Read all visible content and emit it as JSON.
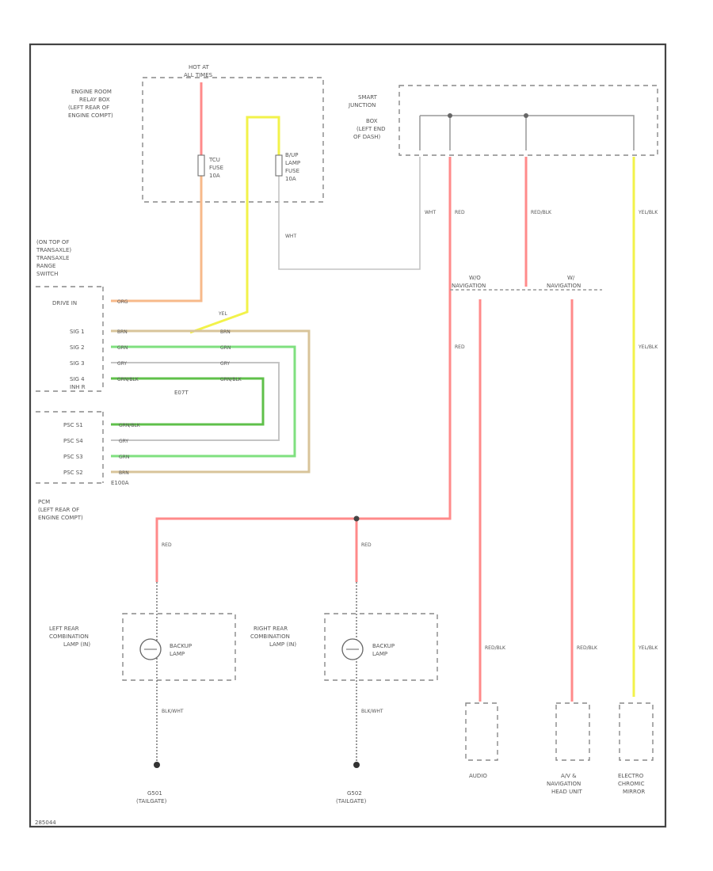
{
  "colors": {
    "red": "#ff8a8a",
    "yellow": "#f2f24a",
    "orange": "#f7b98a",
    "tan": "#d8c49a",
    "green": "#7fe07f",
    "dkgreen": "#5fc04a",
    "gray": "#c4c4c4"
  },
  "components": {
    "engine_room_box": {
      "label": [
        "ENGINE ROOM",
        "RELAY BOX",
        "(LEFT REAR OF",
        "ENGINE COMPT)"
      ],
      "hot_at": [
        "HOT AT",
        "ALL TIMES"
      ]
    },
    "tcu_fuse": [
      "TCU",
      "FUSE",
      "10A"
    ],
    "bkup_fuse": [
      "B/UP",
      "LAMP",
      "FUSE",
      "10A"
    ],
    "smart_junction_box": [
      "SMART",
      "JUNCTION",
      "BOX",
      "(LEFT END",
      "OF DASH)"
    ],
    "transaxle_range": [
      "(ON TOP OF",
      "TRANSAXLE)",
      "TRANSAXLE",
      "RANGE",
      "SWITCH"
    ],
    "switch_pins": [
      "DRIVE IN",
      "SIG 1",
      "SIG 2",
      "SIG 3",
      "SIG 4",
      "INH R"
    ],
    "pcm_pins": [
      "PSC S1",
      "PSC S4",
      "PSC S3",
      "PSC S2"
    ],
    "e07_label": "E07T",
    "e100_label": "E100A",
    "pcm_label": [
      "PCM",
      "(LEFT REAR OF",
      "ENGINE COMPT)"
    ],
    "left_lamp": {
      "label": [
        "LEFT REAR",
        "COMBINATION",
        "LAMP (IN)"
      ],
      "name": [
        "BACKUP",
        "LAMP"
      ],
      "ground": [
        "G501",
        "(TAILGATE)"
      ]
    },
    "right_lamp": {
      "label": [
        "RIGHT REAR",
        "COMBINATION",
        "LAMP (IN)"
      ],
      "name": [
        "BACKUP",
        "LAMP"
      ],
      "ground": [
        "G502",
        "(TAILGATE)"
      ]
    },
    "navigation": {
      "wo": [
        "W/O",
        "NAVIGATION"
      ],
      "w": [
        "W/",
        "NAVIGATION"
      ]
    },
    "audio": "AUDIO",
    "head_unit": [
      "A/V &",
      "NAVIGATION",
      "HEAD UNIT"
    ],
    "mirror": [
      "ELECTRO",
      "CHROMIC",
      "MIRROR"
    ],
    "footer_id": "285044"
  },
  "wire_labels": {
    "red": "RED",
    "yel": "YEL",
    "wht": "WHT",
    "org": "ORG",
    "brn": "BRN",
    "grn": "GRN",
    "gry": "GRY",
    "grn_blk": "GRN/BLK",
    "red_blk": "RED/BLK",
    "yel_blk": "YEL/BLK",
    "blk_wht": "BLK/WHT"
  }
}
